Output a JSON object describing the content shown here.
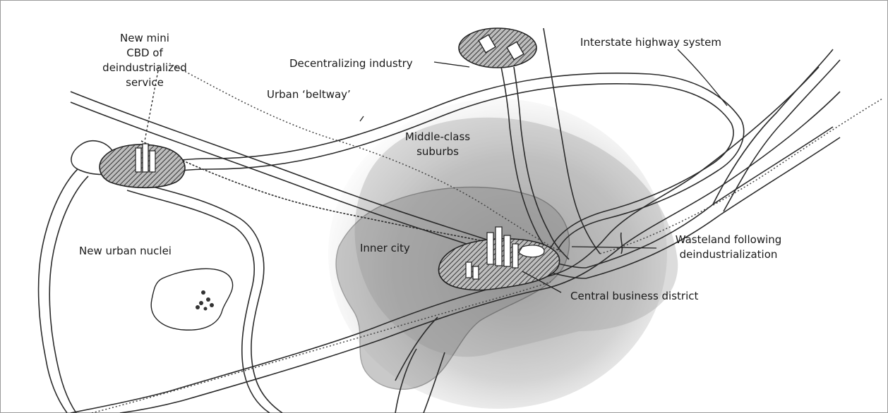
{
  "labels": {
    "mini_cbd": [
      "New mini",
      "CBD of",
      "deindustrialized",
      "service"
    ],
    "decentralizing_industry": "Decentralizing industry",
    "interstate": "Interstate highway system",
    "beltway": "Urban ‘beltway’",
    "suburbs": [
      "Middle-class",
      "suburbs"
    ],
    "inner_city": "Inner city",
    "new_nuclei": "New urban nuclei",
    "wasteland": [
      "Wasteland following",
      "deindustrialization"
    ],
    "cbd": "Central business district"
  },
  "colors": {
    "line": "#2b2b2b",
    "shade": "#9a9a9a",
    "hatch_bg": "#7a7a7a"
  }
}
